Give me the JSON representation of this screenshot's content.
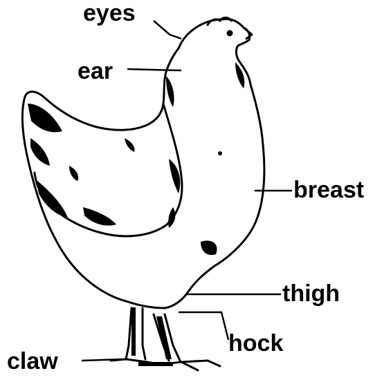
{
  "labels": {
    "eyes": "eyes",
    "ear": "ear",
    "breast": "breast",
    "thigh": "thigh",
    "hock": "hock",
    "claw": "claw"
  },
  "colors": {
    "ink": "#000000",
    "background": "#ffffff"
  }
}
